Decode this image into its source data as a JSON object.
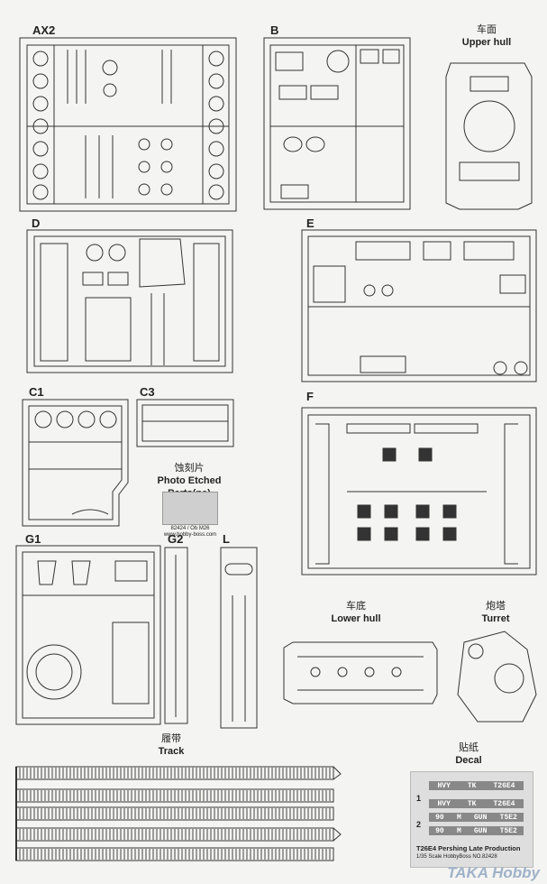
{
  "sprues": {
    "ax2": "AX2",
    "b": "B",
    "d": "D",
    "e": "E",
    "c1": "C1",
    "c3": "C3",
    "f": "F",
    "g1": "G1",
    "g2": "G2",
    "l": "L"
  },
  "captions": {
    "upper_hull_cn": "车面",
    "upper_hull_en": "Upper hull",
    "pe_cn": "蚀刻片",
    "pe_en": "Photo Etched Parts(pe)",
    "lower_hull_cn": "车底",
    "lower_hull_en": "Lower hull",
    "turret_cn": "炮塔",
    "turret_en": "Turret",
    "track_cn": "履带",
    "track_en": "Track",
    "decal_cn": "贴纸",
    "decal_en": "Decal"
  },
  "pe_sheet": {
    "line1": "82424 / Ob M26",
    "line2": "www.hobby-boss.com"
  },
  "decal_sheet": {
    "rows": [
      {
        "num": "1",
        "cells": [
          "HVY",
          "TK",
          "T26E4"
        ]
      },
      {
        "num": "",
        "cells": [
          "HVY",
          "TK",
          "T26E4"
        ]
      },
      {
        "num": "2",
        "cells": [
          "90",
          "M",
          "GUN",
          "T5E2"
        ]
      },
      {
        "num": "",
        "cells": [
          "90",
          "M",
          "GUN",
          "T5E2"
        ]
      }
    ],
    "title": "T26E4 Pershing Late Production",
    "subtitle": "1/35 Scale   HobbyBoss NO.82428"
  },
  "watermark": "TAKA Hobby"
}
